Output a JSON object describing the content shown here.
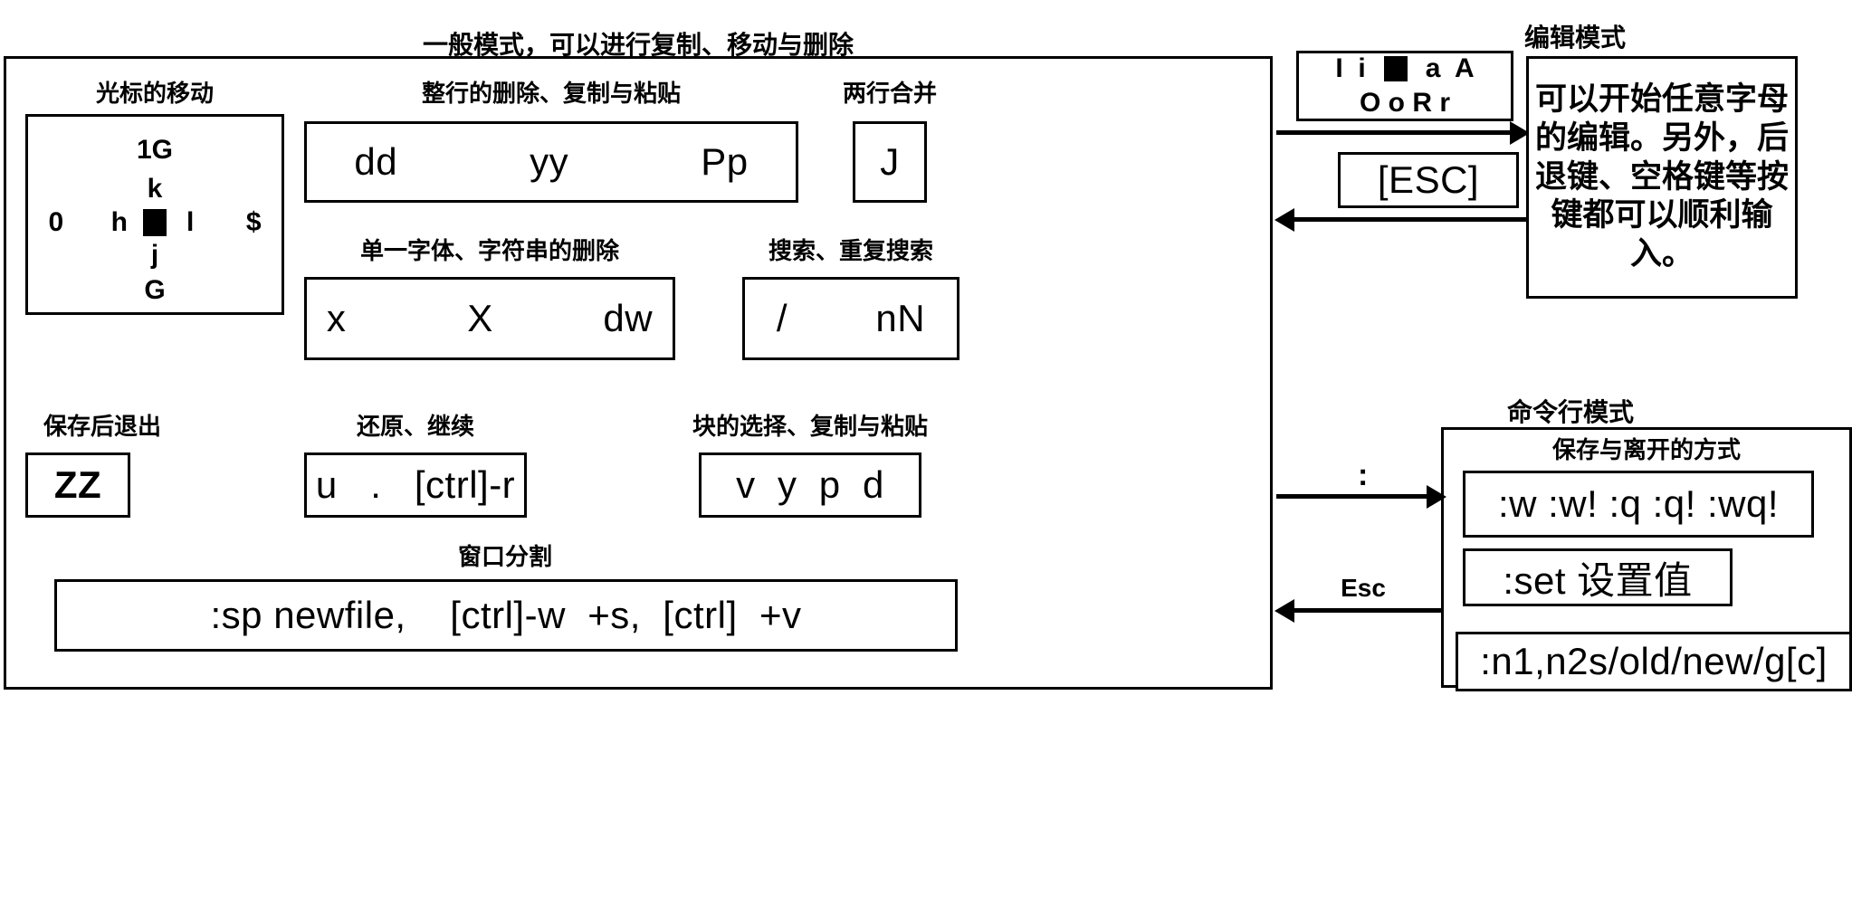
{
  "diagram": {
    "normal_mode": {
      "title": "一般模式，可以进行复制、移动与删除",
      "sections": {
        "cursor_move": {
          "caption": "光标的移动",
          "keys": {
            "top": "1G",
            "up": "k",
            "left_far": "0",
            "left": "h",
            "cursor": "cursor-block",
            "right": "l",
            "right_far": "$",
            "down": "j",
            "bottom": "G"
          }
        },
        "line_ops": {
          "caption": "整行的删除、复制与粘贴",
          "commands": "dd            yy            Pp"
        },
        "join": {
          "caption": "两行合并",
          "commands": "J"
        },
        "char_delete": {
          "caption": "单一字体、字符串的删除",
          "commands": "x           X          dw"
        },
        "search": {
          "caption": "搜索、重复搜索",
          "commands": "/        nN"
        },
        "save_quit": {
          "caption": "保存后退出",
          "commands": "ZZ"
        },
        "undo_redo": {
          "caption": "还原、继续",
          "commands": "u   .   [ctrl]-r"
        },
        "block_ops": {
          "caption": "块的选择、复制与粘贴",
          "commands": "v  y  p  d"
        },
        "window_split": {
          "caption": "窗口分割",
          "commands": ":sp newfile,    [ctrl]-w  +s,  [ctrl]  +v"
        }
      }
    },
    "insert_mode": {
      "title": "编辑模式",
      "keys_row1_before": "I  i",
      "keys_row1_after": "a  A",
      "keys_row2": "O o R r",
      "esc_box": "[ESC]",
      "description": "可以开始任意字母的编辑。另外，后退键、空格键等按键都可以顺利输入。"
    },
    "command_mode": {
      "title": "命令行模式",
      "sub_caption": "保存与离开的方式",
      "save_commands": ":w :w! :q :q! :wq!",
      "set_command": ":set 设置值",
      "subst_command": ":n1,n2s/old/new/g[c]"
    },
    "transitions": {
      "to_insert_label": "",
      "from_insert_label": "",
      "to_command_label": ":",
      "from_command_label": "Esc"
    },
    "colors": {
      "ink": "#000000",
      "paper": "#ffffff"
    }
  }
}
